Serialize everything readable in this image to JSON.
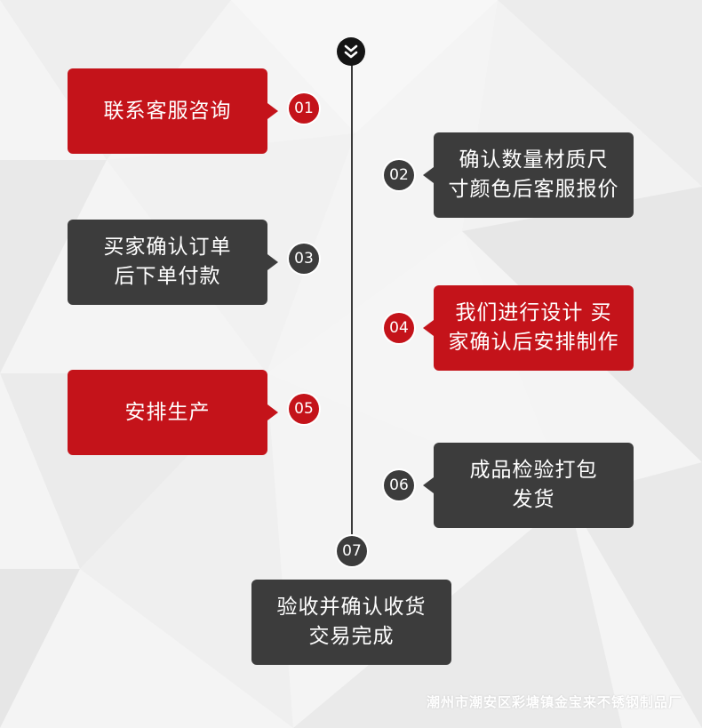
{
  "steps": [
    {
      "number": "01",
      "text": "联系客服咨询",
      "color": "#c4131a"
    },
    {
      "number": "02",
      "text": "确认数量材质尺\n寸颜色后客服报价",
      "color": "#3c3c3c"
    },
    {
      "number": "03",
      "text": "买家确认订单\n后下单付款",
      "color": "#3c3c3c"
    },
    {
      "number": "04",
      "text": "我们进行设计 买\n家确认后安排制作",
      "color": "#c4131a"
    },
    {
      "number": "05",
      "text": "安排生产",
      "color": "#c4131a"
    },
    {
      "number": "06",
      "text": "成品检验打包\n发货",
      "color": "#3c3c3c"
    },
    {
      "number": "07",
      "text": "验收并确认收货\n交易完成",
      "color": "#3c3c3c"
    }
  ],
  "top_icon": "double-chevron-down-icon",
  "watermark": "潮州市潮安区彩塘镇金宝来不锈钢制品厂"
}
